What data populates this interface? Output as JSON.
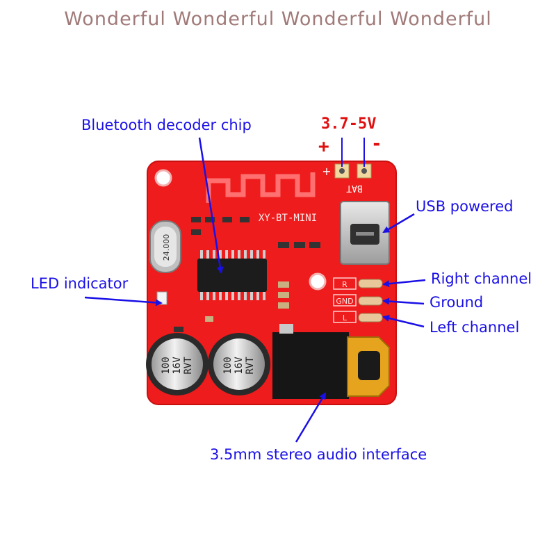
{
  "watermark": "Wonderful Wonderful Wonderful Wonderful",
  "board": {
    "model": "XY-BT-MINI",
    "bat_label": "BAT",
    "plus_mark": "+",
    "crystal": "24.000",
    "pins": {
      "r": "R",
      "gnd": "GND",
      "l": "L"
    },
    "capacitor_left": {
      "line1": "100",
      "line2": "16V",
      "line3": "RVT"
    },
    "capacitor_right": {
      "line1": "100",
      "line2": "16V",
      "line3": "RVT"
    }
  },
  "labels": {
    "voltage": "3.7-5V",
    "plus": "+",
    "minus": "-",
    "chip": "Bluetooth decoder chip",
    "usb": "USB powered",
    "led": "LED indicator",
    "right": "Right channel",
    "ground": "Ground",
    "left": "Left channel",
    "audio": "3.5mm stereo audio interface"
  },
  "colors": {
    "board": "#ee1c1c",
    "label": "#1a10e6",
    "voltage": "#e01010",
    "watermark": "#a07a78"
  }
}
